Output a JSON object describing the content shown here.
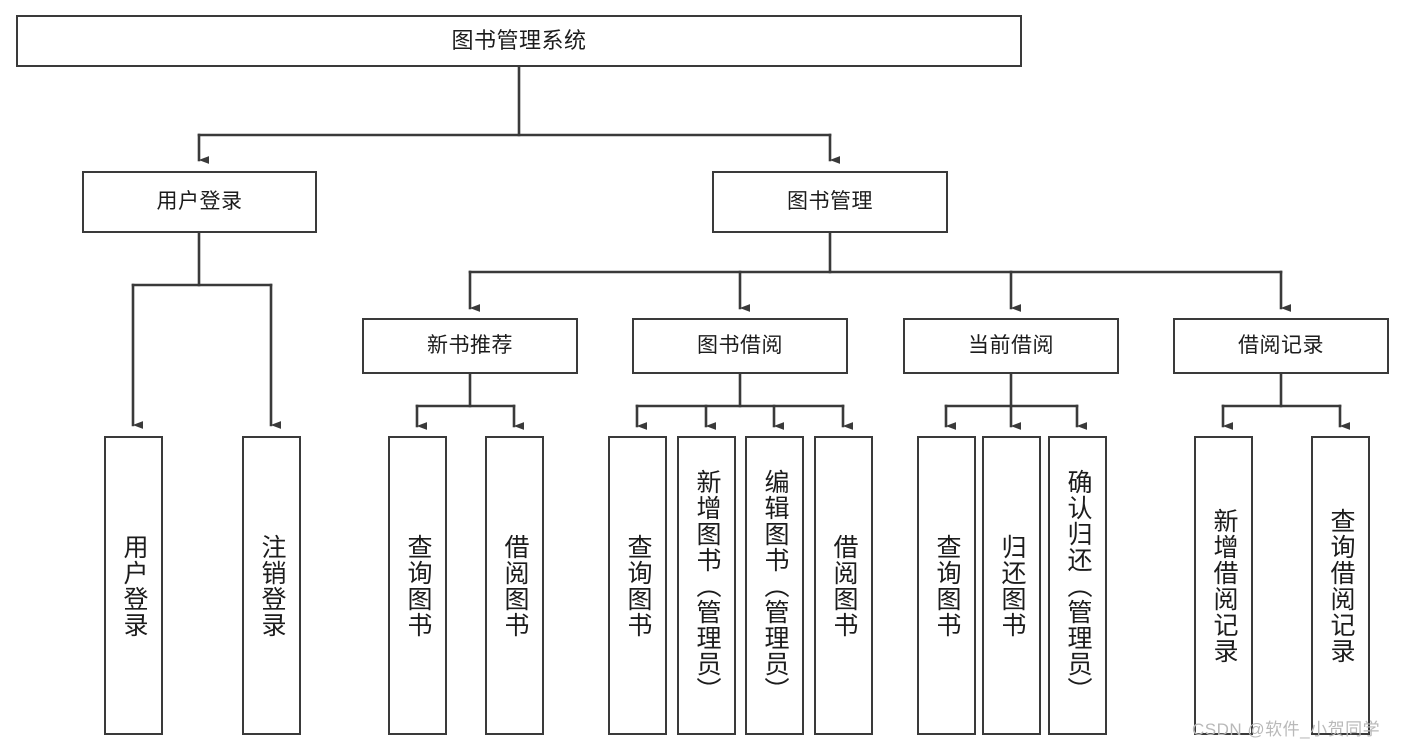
{
  "diagram": {
    "type": "tree-hierarchy-functional-decomposition",
    "root": {
      "id": "root",
      "label": "图书管理系统"
    },
    "level2": [
      {
        "id": "user-login",
        "label": "用户登录"
      },
      {
        "id": "book-management",
        "label": "图书管理"
      }
    ],
    "level3": [
      {
        "id": "new-book-recommend",
        "label": "新书推荐"
      },
      {
        "id": "book-borrow",
        "label": "图书借阅"
      },
      {
        "id": "current-borrow",
        "label": "当前借阅"
      },
      {
        "id": "borrow-record",
        "label": "借阅记录"
      }
    ],
    "leaves": {
      "user_login": [
        {
          "id": "leaf-user-login",
          "label": "用户登录"
        },
        {
          "id": "leaf-logout",
          "label": "注销登录"
        }
      ],
      "new_book_recommend": [
        {
          "id": "leaf-query-book-1",
          "label": "查询图书"
        },
        {
          "id": "leaf-borrow-book-1",
          "label": "借阅图书"
        }
      ],
      "book_borrow": [
        {
          "id": "leaf-query-book-2",
          "label": "查询图书"
        },
        {
          "id": "leaf-add-book",
          "label": "新增图书（管理员）"
        },
        {
          "id": "leaf-edit-book",
          "label": "编辑图书（管理员）"
        },
        {
          "id": "leaf-borrow-book-2",
          "label": "借阅图书"
        }
      ],
      "current_borrow": [
        {
          "id": "leaf-query-book-3",
          "label": "查询图书"
        },
        {
          "id": "leaf-return-book",
          "label": "归还图书"
        },
        {
          "id": "leaf-confirm-return",
          "label": "确认归还（管理员）"
        }
      ],
      "borrow_record": [
        {
          "id": "leaf-add-record",
          "label": "新增借阅记录"
        },
        {
          "id": "leaf-query-record",
          "label": "查询借阅记录"
        }
      ]
    },
    "colors": {
      "stroke": "#3a3a3a",
      "box_fill": "#ffffff",
      "text": "#1c1c1c",
      "background": "#ffffff",
      "watermark": "#b9b9b9"
    }
  },
  "watermark": {
    "text": "CSDN @软件_小贺同学"
  }
}
